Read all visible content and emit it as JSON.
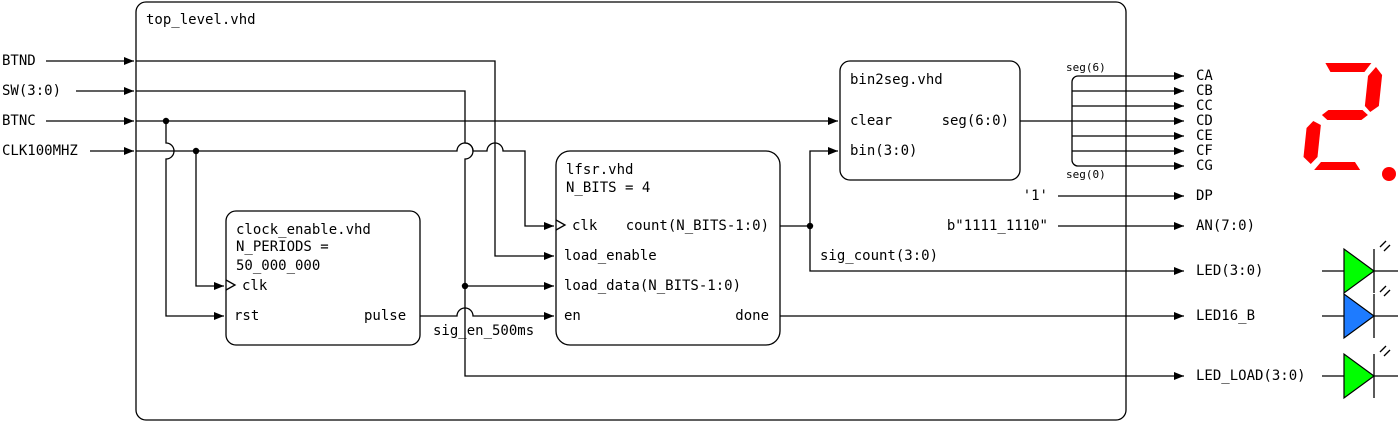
{
  "top_module": "top_level.vhd",
  "inputs": {
    "btnd": "BTND",
    "sw": "SW(3:0)",
    "btnc": "BTNC",
    "clk": "CLK100MHZ"
  },
  "clock_enable": {
    "name": "clock_enable.vhd",
    "generic_1": "N_PERIODS =",
    "generic_2": "50_000_000",
    "port_clk": "clk",
    "port_rst": "rst",
    "port_pulse": "pulse"
  },
  "lfsr": {
    "name": "lfsr.vhd",
    "generic": "N_BITS = 4",
    "port_clk": "clk",
    "port_count": "count(N_BITS-1:0)",
    "port_load_enable": "load_enable",
    "port_load_data": "load_data(N_BITS-1:0)",
    "port_en": "en",
    "port_done": "done"
  },
  "bin2seg": {
    "name": "bin2seg.vhd",
    "port_clear": "clear",
    "port_seg": "seg(6:0)",
    "port_bin": "bin(3:0)"
  },
  "signals": {
    "sig_en": "sig_en_500ms",
    "sig_count": "sig_count(3:0)",
    "seg6": "seg(6)",
    "seg0": "seg(0)",
    "dp_const": "'1'",
    "an_const": "b\"1111_1110\""
  },
  "outputs": {
    "segments": [
      "CA",
      "CB",
      "CC",
      "CD",
      "CE",
      "CF",
      "CG"
    ],
    "dp": "DP",
    "an": "AN(7:0)",
    "led": "LED(3:0)",
    "led16": "LED16_B",
    "led_load": "LED_LOAD(3:0)"
  },
  "colors": {
    "segment": "#ff0000",
    "led_green": "#00ff00",
    "led_blue": "#1e7bff"
  },
  "icons": {
    "display": "seven-segment-display-icon",
    "led": "led-diode-icon"
  }
}
